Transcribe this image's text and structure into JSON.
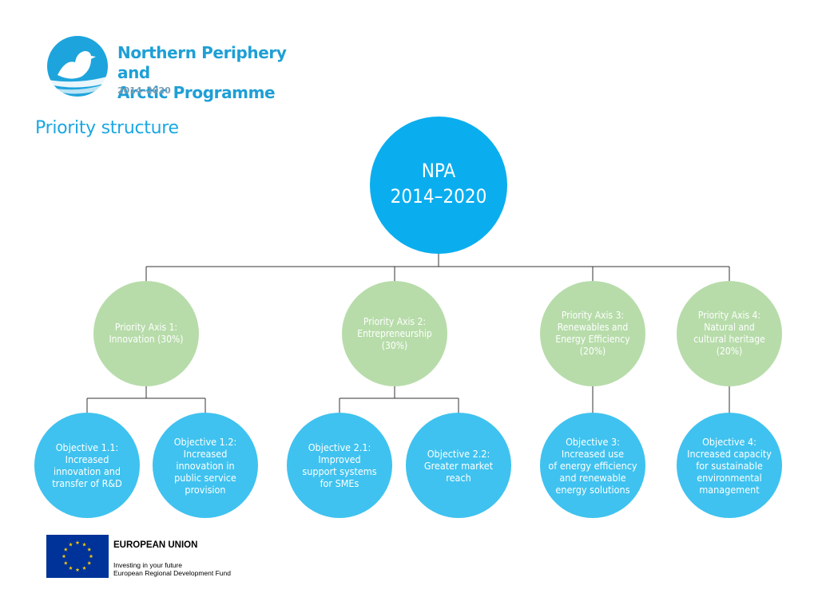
{
  "colors": {
    "brand_blue": "#1aa7e3",
    "root_fill": "#0aaeef",
    "axis_fill": "#b7dcaa",
    "objective_fill": "#3fc2ef",
    "eu_blue": "#003399",
    "eu_star": "#ffcc00"
  },
  "logo": {
    "icon": "bird-in-circle-logo-icon",
    "title": "Northern Periphery and\nArctic Programme",
    "years": "2014–2020"
  },
  "page": {
    "title": "Priority structure"
  },
  "diagram": {
    "root": {
      "label": "NPA\n2014–2020"
    },
    "axes": [
      {
        "label": "Priority Axis 1:\nInnovation (30%)"
      },
      {
        "label": "Priority Axis 2:\nEntrepreneurship\n(30%)"
      },
      {
        "label": "Priority Axis 3:\nRenewables and\nEnergy Efficiency\n(20%)"
      },
      {
        "label": "Priority Axis 4:\nNatural and\ncultural heritage\n(20%)"
      }
    ],
    "objectives": [
      {
        "label": "Objective 1.1:\nIncreased\ninnovation and\ntransfer of R&D"
      },
      {
        "label": "Objective 1.2:\nIncreased\ninnovation in\npublic service\nprovision"
      },
      {
        "label": "Objective 2.1:\nImproved\nsupport systems\nfor SMEs"
      },
      {
        "label": "Objective 2.2:\nGreater market\nreach"
      },
      {
        "label": "Objective 3:\nIncreased use\nof energy efficiency\nand renewable\nenergy solutions"
      },
      {
        "label": "Objective 4:\nIncreased capacity\nfor sustainable\nenvironmental\nmanagement"
      }
    ]
  },
  "footer": {
    "flag_icon": "eu-flag-icon",
    "title": "EUROPEAN UNION",
    "line1": "Investing in your future",
    "line2": "European Regional Development Fund"
  }
}
